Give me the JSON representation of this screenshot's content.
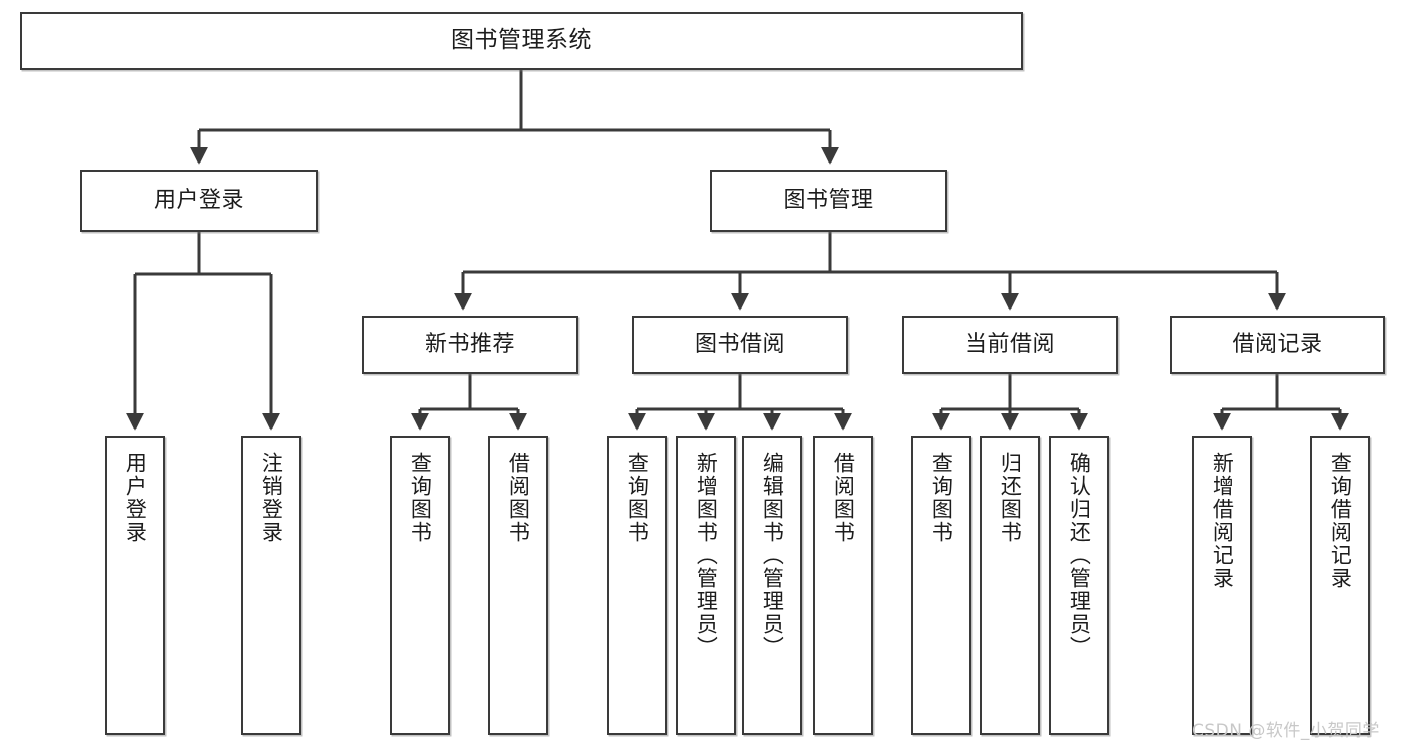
{
  "diagram": {
    "title": "图书管理系统",
    "type": "tree-hierarchy-chart",
    "watermark": "CSDN @软件_小贺同学",
    "root": {
      "label": "图书管理系统"
    },
    "level2": [
      {
        "label": "用户登录"
      },
      {
        "label": "图书管理"
      }
    ],
    "level3": [
      {
        "label": "新书推荐"
      },
      {
        "label": "图书借阅"
      },
      {
        "label": "当前借阅"
      },
      {
        "label": "借阅记录"
      }
    ],
    "leaves": {
      "user_login": [
        {
          "label": "用户登录"
        },
        {
          "label": "注销登录"
        }
      ],
      "new_book_recommend": [
        {
          "label": "查询图书"
        },
        {
          "label": "借阅图书"
        }
      ],
      "book_borrow": [
        {
          "label": "查询图书"
        },
        {
          "label": "新增图书（管理员）"
        },
        {
          "label": "编辑图书（管理员）"
        },
        {
          "label": "借阅图书"
        }
      ],
      "current_borrow": [
        {
          "label": "查询图书"
        },
        {
          "label": "归还图书"
        },
        {
          "label": "确认归还（管理员）"
        }
      ],
      "borrow_record": [
        {
          "label": "新增借阅记录"
        },
        {
          "label": "查询借阅记录"
        }
      ]
    },
    "colors": {
      "stroke": "#3a3a3a",
      "fill": "#ffffff",
      "text": "#1c1c1c",
      "watermark": "#c8c8c8"
    }
  }
}
